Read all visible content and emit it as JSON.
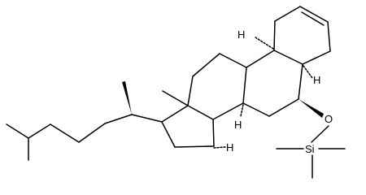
{
  "molecule": {
    "atom_labels": {
      "h_c9": "H",
      "h_c5": "H",
      "h_c8": "H",
      "h_c14": "H",
      "o": "O",
      "si": "Si"
    }
  },
  "colors": {
    "ink": "#000000",
    "background": "#ffffff"
  }
}
